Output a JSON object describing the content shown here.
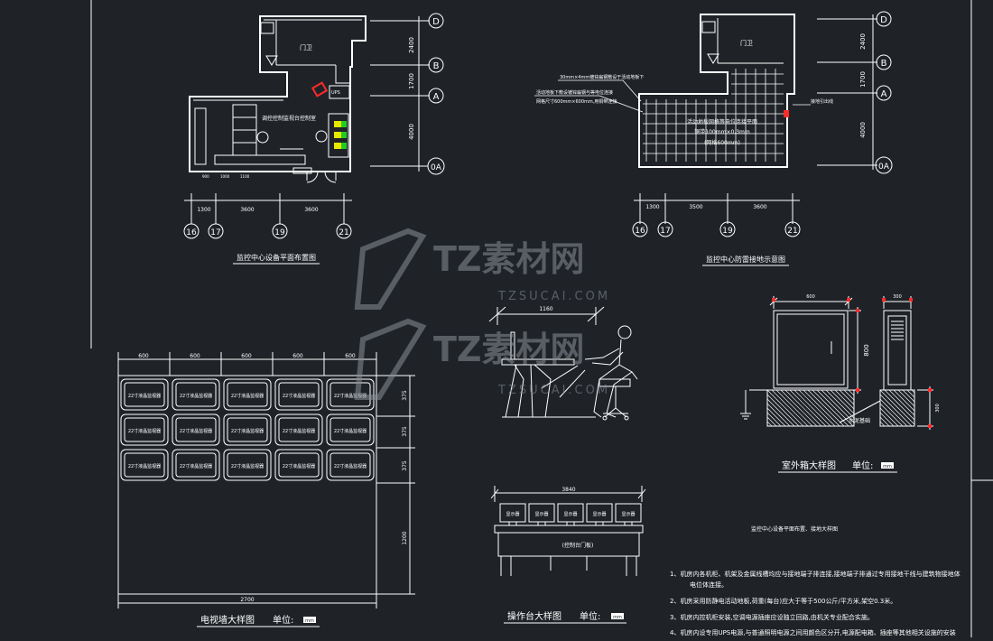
{
  "colors": {
    "background": "#1f2328",
    "line": "#ffffff",
    "marker_red": "#ff2a2a",
    "marker_yellow": "#e8e800",
    "marker_green": "#1fcf1f",
    "watermark": "#8a8f96"
  },
  "grid_axes": {
    "rows": [
      "D",
      "B",
      "A",
      "0A"
    ],
    "columns": [
      "16",
      "17",
      "19",
      "21"
    ],
    "row_dims": [
      "2400",
      "1700",
      "4000"
    ],
    "col_dims": [
      "1300",
      "3600",
      "3600"
    ]
  },
  "plan_left": {
    "room_label": "门卫",
    "room_text": "调控控制监视台控制室",
    "ups_label": "UPS",
    "small_dims": [
      "900",
      "1000",
      "1100"
    ],
    "caption": "监控中心设备平面布置图"
  },
  "plan_right": {
    "room_label": "门卫",
    "note_1": "30mm×4mm镀锌扁钢敷设于活动地板下",
    "note_2": "活动地板下敷设镀锌扁钢与等电位连接",
    "note_3": "网格尺寸600mm×600mm,用铜带连接",
    "room_text": "活动地板网格等电位连接平面",
    "room_text_2": "铜带100mm×0.3mm",
    "room_text_3": "(网格600mm)",
    "side_note": "接地引出线",
    "col_dims": [
      "1300",
      "3500",
      "3600"
    ],
    "caption": "监控中心防雷接地示意图"
  },
  "tv_wall": {
    "col_widths": [
      "600",
      "600",
      "600",
      "600",
      "600"
    ],
    "row_heights": [
      "375",
      "375",
      "375",
      "1200"
    ],
    "screen_label": "22寸液晶监视器",
    "total_width": "2700",
    "caption": "电视墙大样图",
    "unit_label": "单位:",
    "unit_value": "mm"
  },
  "console_side": {
    "width_dim": "1160"
  },
  "console_front": {
    "width_dim": "3840",
    "monitor_label": "显示器",
    "drawer_label": "(控制台门板)",
    "caption": "操作台大样图",
    "unit_label": "单位:",
    "unit_value": "mm"
  },
  "cabinet": {
    "front_width": "600",
    "side_width": "300",
    "height_dim": "800",
    "base_dim": "300",
    "base_label": "水泥基础",
    "caption": "室外箱大样图",
    "unit_label": "单位:",
    "unit_value": "mm"
  },
  "notes": {
    "title": "监控中心设备平面布置、接地大样图",
    "items": [
      "1、机房内各机柜、机架及金属线槽均应与接地端子排连接,接地端子排通过专用接地干线与建筑物接地体",
      "电位体连接。",
      "2、机房采用防静电活动地板,荷重(每台)应大于等于500公斤/平方米,架空0.3米。",
      "3、机房内控机柜安装,空调电源插座应设独立回路,由机关专业配合实施。",
      "4、机房内设专用UPS电源,与普通照明电源之间用颜色区分开,电源配电箱、插座等其他相关设施的安装"
    ]
  },
  "watermark": {
    "brand": "TZ素材网",
    "domain": "TZSUCAI.COM"
  }
}
